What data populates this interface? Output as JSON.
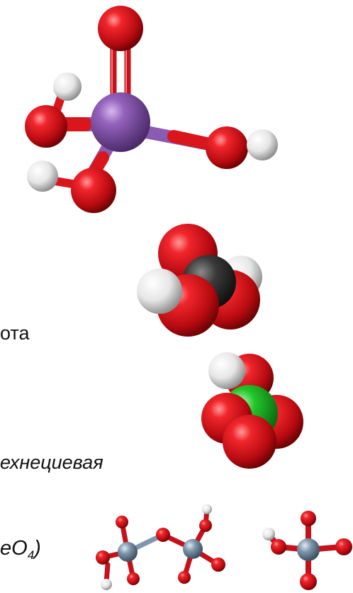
{
  "text_fragments": {
    "ota": "ота",
    "technetium_acid": "ехнециевая",
    "formula_main": "eO",
    "formula_sub": "4",
    "formula_close": ")"
  },
  "atom_colors": {
    "oxygen": "#e8141c",
    "hydrogen": "#f2f2f2",
    "phosphorus_like": "#8a5bb0",
    "carbon": "#3a3a3a",
    "chlorine": "#22c62a",
    "technetium": "#7f97ad"
  },
  "molecule_icons": [
    "molecule-ball-stick-purple-icon",
    "molecule-space-fill-carbonic-icon",
    "molecule-space-fill-chloric-icon",
    "molecule-ball-stick-dimer-icon",
    "molecule-ball-stick-tetrahedral-icon"
  ]
}
